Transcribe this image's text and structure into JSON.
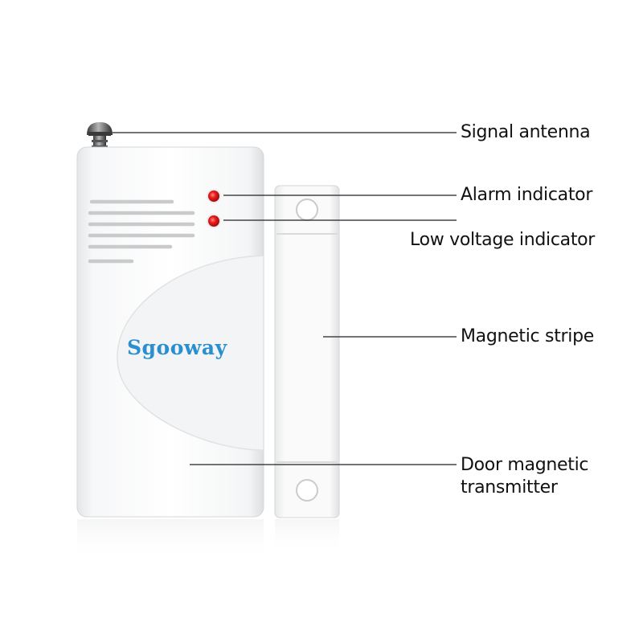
{
  "product": {
    "brand": "Sgooway"
  },
  "callouts": {
    "antenna": "Signal antenna",
    "alarm_indicator": "Alarm indicator",
    "low_voltage_indicator": "Low voltage indicator",
    "magnetic_stripe": "Magnetic stripe",
    "transmitter_line1": "Door magnetic",
    "transmitter_line2": "transmitter"
  },
  "colors": {
    "led": "#e02020",
    "brand": "#2a8fd0"
  }
}
